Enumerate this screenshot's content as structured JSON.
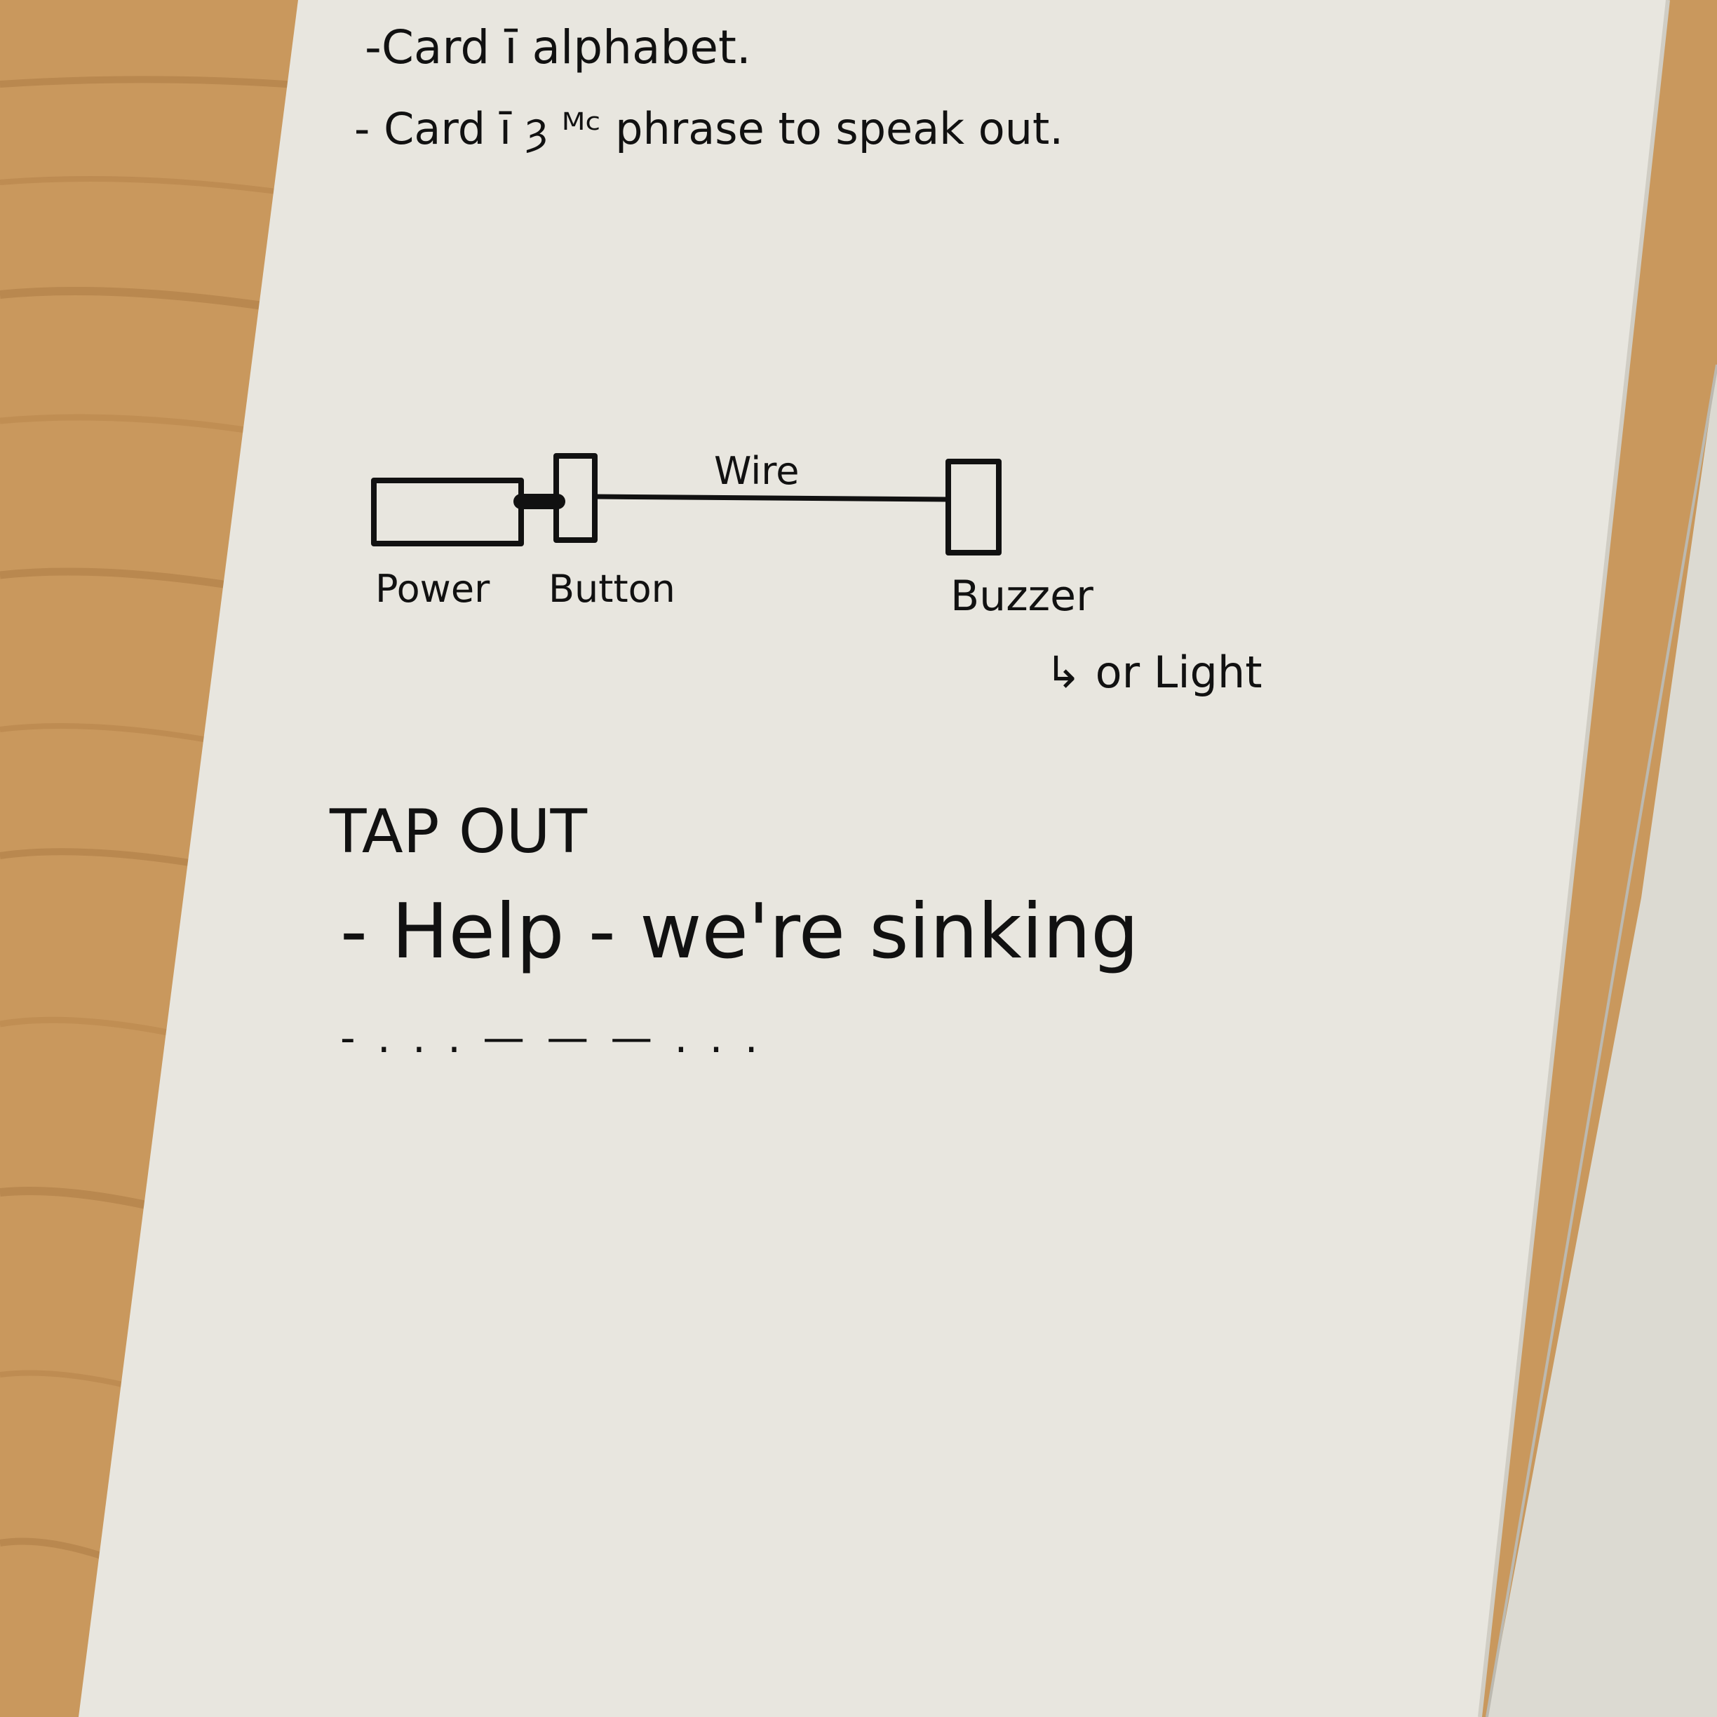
{
  "colors": {
    "wood": "#c9985d",
    "wood_grain": "#b07a43",
    "paper": "#e8e6df",
    "paper_shadow": "#d5d2c9",
    "ink": "#111111",
    "blue_mark": "#1a2bd0"
  },
  "notes": {
    "line1": "-Card ī alphabet.",
    "line2": "- Card ī ȝ ᴹᶜ phrase to speak out."
  },
  "diagram": {
    "wire_label": "Wire",
    "power_label": "Power",
    "button_label": "Button",
    "buzzer_label": "Buzzer",
    "alt_label": "↳ or Light"
  },
  "tap_out": {
    "heading": "TAP OUT",
    "message": "- Help - we're sinking",
    "morse": "-  . . .  — — —  . . ."
  }
}
